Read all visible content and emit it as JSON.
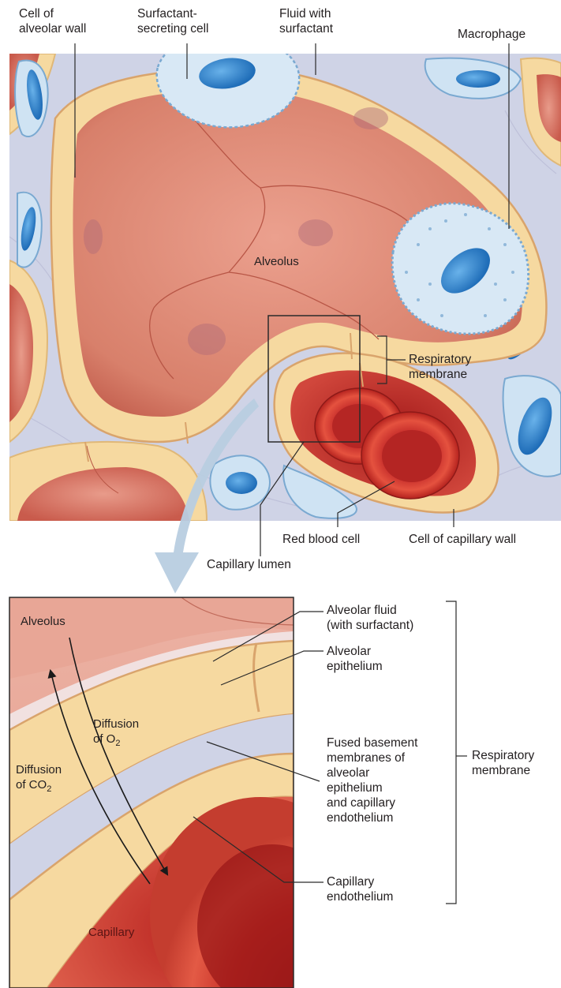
{
  "top_figure": {
    "labels": {
      "cell_of_alveolar_wall": "Cell of\nalveolar wall",
      "surfactant_secreting_cell": "Surfactant-\nsecreting cell",
      "fluid_with_surfactant": "Fluid with\nsurfactant",
      "macrophage": "Macrophage",
      "alveolus": "Alveolus",
      "respiratory_membrane": "Respiratory\nmembrane",
      "red_blood_cell": "Red blood cell",
      "cell_of_capillary_wall": "Cell of capillary wall",
      "capillary_lumen": "Capillary lumen"
    }
  },
  "detail_figure": {
    "labels": {
      "alveolus": "Alveolus",
      "diffusion_o2": "Diffusion\nof O",
      "o2_subscript": "2",
      "diffusion_co2": "Diffusion\nof CO",
      "co2_subscript": "2",
      "capillary": "Capillary",
      "alveolar_fluid": "Alveolar fluid\n(with surfactant)",
      "alveolar_epithelium": "Alveolar\nepithelium",
      "fused_basement_membranes": "Fused basement\nmembranes of\nalveolar\nepithelium\nand capillary\nendothelium",
      "capillary_endothelium": "Capillary\nendothelium",
      "respiratory_membrane": "Respiratory\nmembrane"
    }
  },
  "colors": {
    "interstitium": "#cfd3e6",
    "alveolar_wall": "#f6d9a0",
    "alveolus_fill": "#e5927f",
    "blood": "#c8302c",
    "nucleus": "#3f8fd0",
    "arrow": "#b8cde0"
  }
}
